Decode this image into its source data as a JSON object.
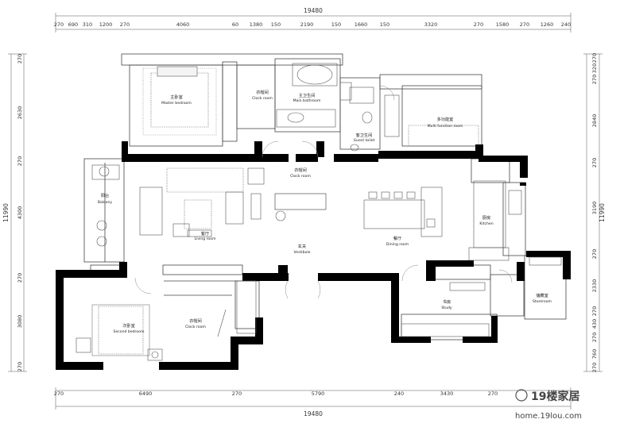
{
  "dimensions": {
    "top_total": "19480",
    "top_segments": [
      "270",
      "690",
      "310",
      "1200",
      "270",
      "4060",
      "60",
      "1380",
      "150",
      "2190",
      "150",
      "1660",
      "150",
      "3320",
      "270",
      "1580",
      "270",
      "1260",
      "240"
    ],
    "bottom_segments": [
      "270",
      "6490",
      "270",
      "5790",
      "240",
      "3430",
      "270"
    ],
    "bottom_total": "19480",
    "left_total": "11990",
    "left_segments": [
      "270",
      "2630",
      "270",
      "4300",
      "270",
      "3080",
      "270"
    ],
    "right_total": "11990",
    "right_segments": [
      "270",
      "320",
      "270",
      "2840",
      "270",
      "3190",
      "270",
      "2330",
      "270",
      "430",
      "270",
      "760",
      "270"
    ]
  },
  "rooms": [
    {
      "cn": "主卧室",
      "en": "Master bedroom"
    },
    {
      "cn": "衣帽间",
      "en": "Clock room"
    },
    {
      "cn": "主卫生间",
      "en": "Main bathroom"
    },
    {
      "cn": "客卫生间",
      "en": "Guest toilet"
    },
    {
      "cn": "多功能室",
      "en": "Multi function room"
    },
    {
      "cn": "衣帽间",
      "en": "Clock room"
    },
    {
      "cn": "阳台",
      "en": "Balcony"
    },
    {
      "cn": "客厅",
      "en": "Living room"
    },
    {
      "cn": "玄关",
      "en": "Vestibule"
    },
    {
      "cn": "餐厅",
      "en": "Dining room"
    },
    {
      "cn": "厨房",
      "en": "Kitchen"
    },
    {
      "cn": "储藏室",
      "en": "Storeroom"
    },
    {
      "cn": "书房",
      "en": "Study"
    },
    {
      "cn": "次卧室",
      "en": "Second bedroom"
    },
    {
      "cn": "衣帽间",
      "en": "Clock room"
    }
  ],
  "watermark": {
    "brand": "19楼家居",
    "url": "home.19lou.com"
  }
}
